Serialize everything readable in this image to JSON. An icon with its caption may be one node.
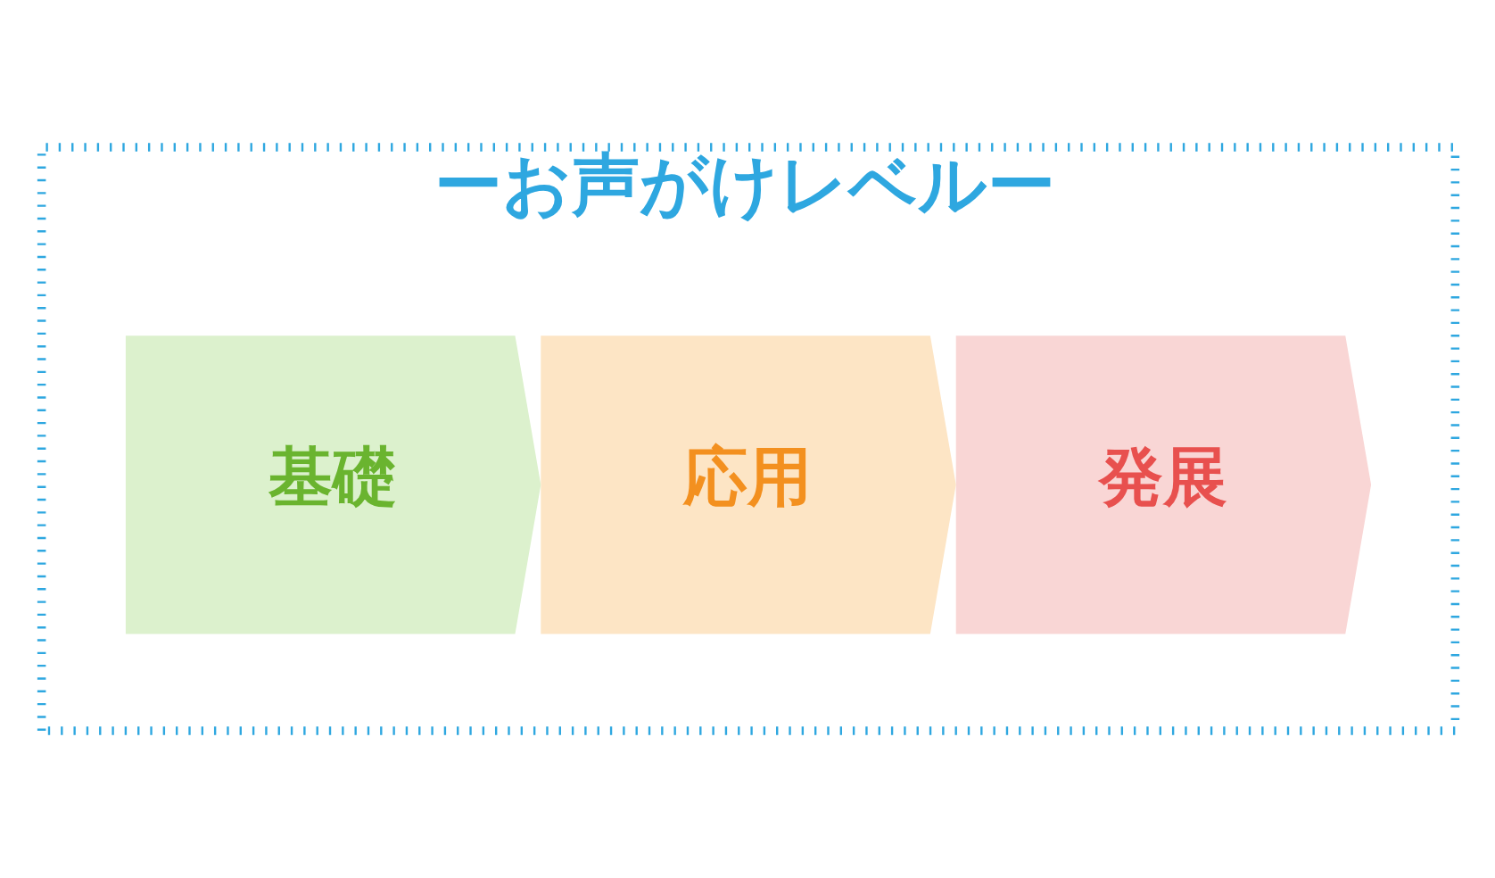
{
  "diagram": {
    "nodes": [
      {
        "text": [
          "ーお声がけレベルー"
        ]
      },
      {
        "text": [
          "基礎"
        ],
        "in": 0
      },
      {
        "text": [
          "応用"
        ],
        "in": 0
      },
      {
        "text": [
          "発展"
        ],
        "in": 0
      }
    ],
    "edges": []
  }
}
